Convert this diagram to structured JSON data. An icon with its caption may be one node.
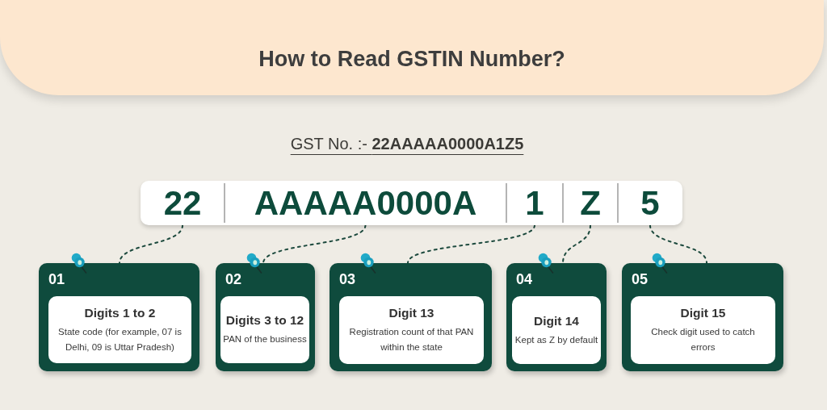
{
  "diagram": {
    "title": "How to Read GSTIN Number?",
    "nodes": [
      {
        "text": [],
        "shape": "bar"
      },
      {
        "text": [
          "22"
        ],
        "in": 0
      },
      {
        "text": [
          "AAAAA0000A"
        ],
        "in": 0
      },
      {
        "text": [
          "1"
        ],
        "in": 0
      },
      {
        "text": [
          "Z"
        ],
        "in": 0
      },
      {
        "text": [
          "5"
        ],
        "in": 0
      },
      {
        "text": [
          "01"
        ]
      },
      {
        "text": [
          "Digits 1 to 2",
          "State code (for example, 07 is Delhi, 09 is Uttar Pradesh)"
        ],
        "in": 6
      },
      {
        "text": [
          "02"
        ]
      },
      {
        "text": [
          "Digits 3 to 12",
          "PAN of the business"
        ],
        "in": 8
      },
      {
        "text": [
          "03"
        ]
      },
      {
        "text": [
          "Digit 13",
          "Registration count of that PAN within the state"
        ],
        "in": 10
      },
      {
        "text": [
          "04"
        ]
      },
      {
        "text": [
          "Digit 14",
          "Kept as Z by default"
        ],
        "in": 12
      },
      {
        "text": [
          "05"
        ]
      },
      {
        "text": [
          "Digit 15",
          "Check digit used to catch errors"
        ],
        "in": 14
      }
    ],
    "edges": [
      {
        "from": 1,
        "to": 6,
        "arrow": "none",
        "style": "dashed"
      },
      {
        "from": 2,
        "to": 8,
        "arrow": "none",
        "style": "dashed"
      },
      {
        "from": 3,
        "to": 10,
        "arrow": "none",
        "style": "dashed"
      },
      {
        "from": 4,
        "to": 12,
        "arrow": "none",
        "style": "dashed"
      },
      {
        "from": 5,
        "to": 14,
        "arrow": "none",
        "style": "dashed"
      }
    ],
    "labels": [
      "GST No. :- **22AAAAA0000A1Z5**"
    ]
  }
}
